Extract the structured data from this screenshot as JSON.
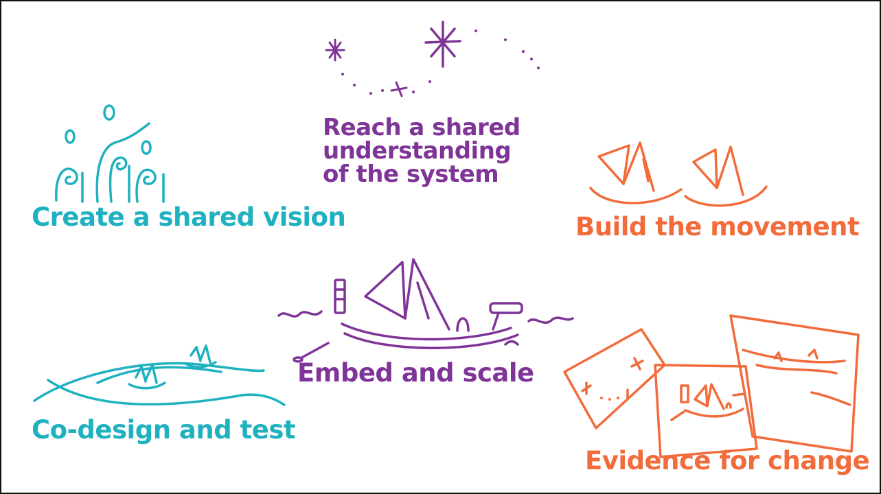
{
  "stages": {
    "reach": {
      "lines": [
        "Reach a shared",
        "understanding",
        "of the system"
      ]
    },
    "vision": {
      "label": "Create a shared vision"
    },
    "movement": {
      "label": "Build the movement"
    },
    "embed": {
      "label": "Embed and scale"
    },
    "codesign": {
      "label": "Co-design and test"
    },
    "evidence": {
      "label": "Evidence for change"
    }
  },
  "colors": {
    "teal": "#1fb1c0",
    "purple": "#7f3497",
    "orange": "#f26b3b",
    "border": "#111111"
  },
  "icons": {
    "reach": "stars-constellation-icon",
    "vision": "people-pointing-icon",
    "movement": "sailboats-icon",
    "embed": "ship-icon",
    "codesign": "waves-boats-icon",
    "evidence": "picture-frames-icon"
  }
}
